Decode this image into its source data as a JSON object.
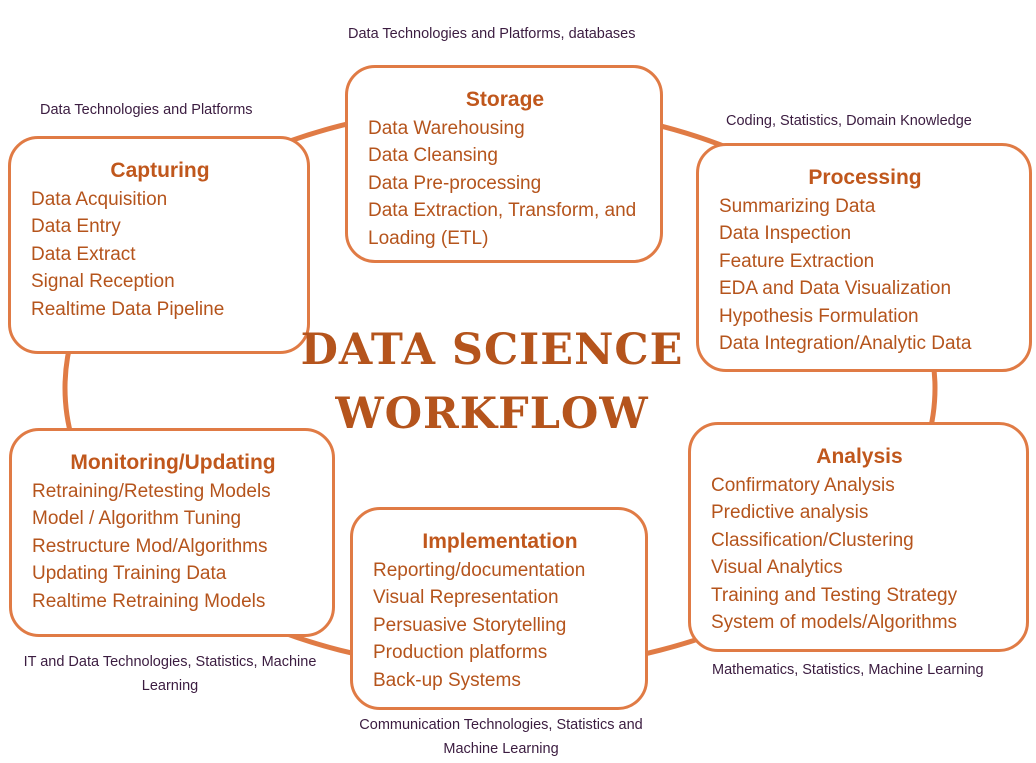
{
  "title": {
    "line1": "DATA SCIENCE",
    "line2": "WORKFLOW"
  },
  "colors": {
    "box_border": "#e07b45",
    "stage_text": "#b5541c",
    "title_text": "#c0571c",
    "skill_text": "#3b1c40"
  },
  "stages": {
    "storage": {
      "title": "Storage",
      "skills": "Data Technologies and Platforms, databases",
      "items": [
        "Data Warehousing",
        "Data Cleansing",
        "Data Pre-processing",
        "Data Extraction, Transform, and Loading (ETL)"
      ]
    },
    "capturing": {
      "title": "Capturing",
      "skills": "Data Technologies and Platforms",
      "items": [
        "Data Acquisition",
        "Data Entry",
        "Data Extract",
        "Signal Reception",
        "Realtime Data Pipeline"
      ]
    },
    "processing": {
      "title": "Processing",
      "skills": "Coding, Statistics, Domain Knowledge",
      "items": [
        "Summarizing Data",
        "Data Inspection",
        "Feature Extraction",
        "EDA and Data Visualization",
        "Hypothesis Formulation",
        "Data Integration/Analytic Data"
      ]
    },
    "analysis": {
      "title": "Analysis",
      "skills": "Mathematics, Statistics, Machine Learning",
      "items": [
        "Confirmatory Analysis",
        "Predictive analysis",
        "Classification/Clustering",
        "Visual Analytics",
        "Training and Testing Strategy",
        "System of models/Algorithms"
      ]
    },
    "implementation": {
      "title": "Implementation",
      "skills": "Communication Technologies, Statistics and Machine Learning",
      "items": [
        "Reporting/documentation",
        "Visual Representation",
        "Persuasive Storytelling",
        "Production platforms",
        "Back-up Systems"
      ]
    },
    "monitoring": {
      "title": "Monitoring/Updating",
      "skills": "IT and Data Technologies, Statistics, Machine Learning",
      "items": [
        "Retraining/Retesting Models",
        "Model / Algorithm Tuning",
        "Restructure Mod/Algorithms",
        "Updating Training Data",
        "Realtime Retraining Models"
      ]
    }
  }
}
